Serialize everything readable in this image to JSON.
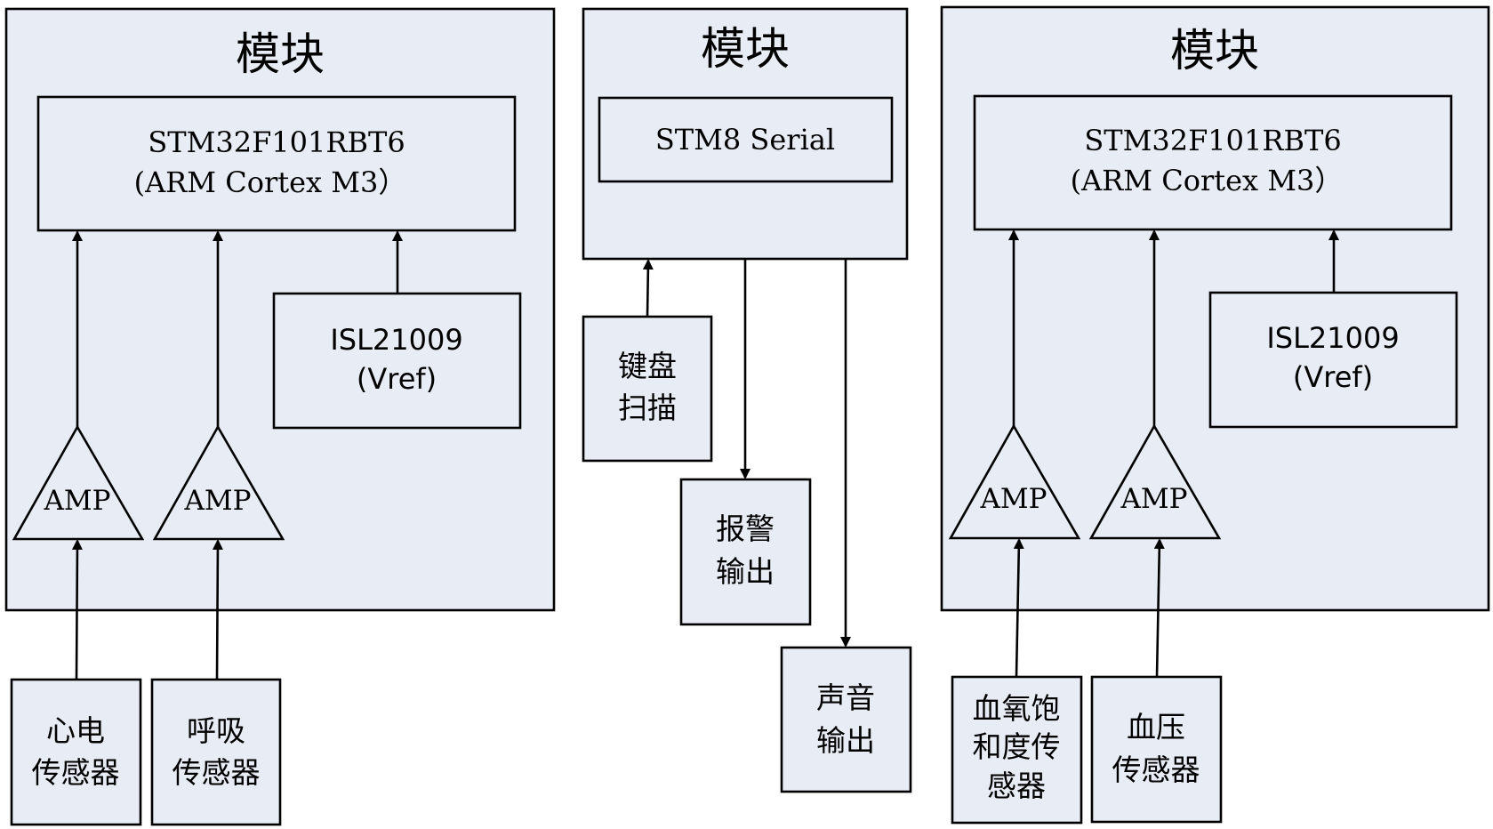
{
  "left_module": {
    "title": "模块",
    "mcu": {
      "line1": "STM32F101RBT6",
      "line2": "(ARM Cortex M3）"
    },
    "vref": {
      "line1": "ISL21009",
      "line2": "(Vref)"
    },
    "amp1": "AMP",
    "amp2": "AMP"
  },
  "middle_module": {
    "title": "模块",
    "mcu": "STM8 Serial"
  },
  "right_module": {
    "title": "模块",
    "mcu": {
      "line1": "STM32F101RBT6",
      "line2": "(ARM Cortex M3）"
    },
    "vref": {
      "line1": "ISL21009",
      "line2": "(Vref)"
    },
    "amp1": "AMP",
    "amp2": "AMP"
  },
  "peripherals": {
    "ecg_sensor": {
      "line1": "心电",
      "line2": "传感器"
    },
    "resp_sensor": {
      "line1": "呼吸",
      "line2": "传感器"
    },
    "keyboard_scan": {
      "line1": "键盘",
      "line2": "扫描"
    },
    "alarm_output": {
      "line1": "报警",
      "line2": "输出"
    },
    "sound_output": {
      "line1": "声音",
      "line2": "输出"
    },
    "spo2_sensor": {
      "line1": "血氧饱",
      "line2": "和度传",
      "line3": "感器"
    },
    "bp_sensor": {
      "line1": "血压",
      "line2": "传感器"
    }
  }
}
